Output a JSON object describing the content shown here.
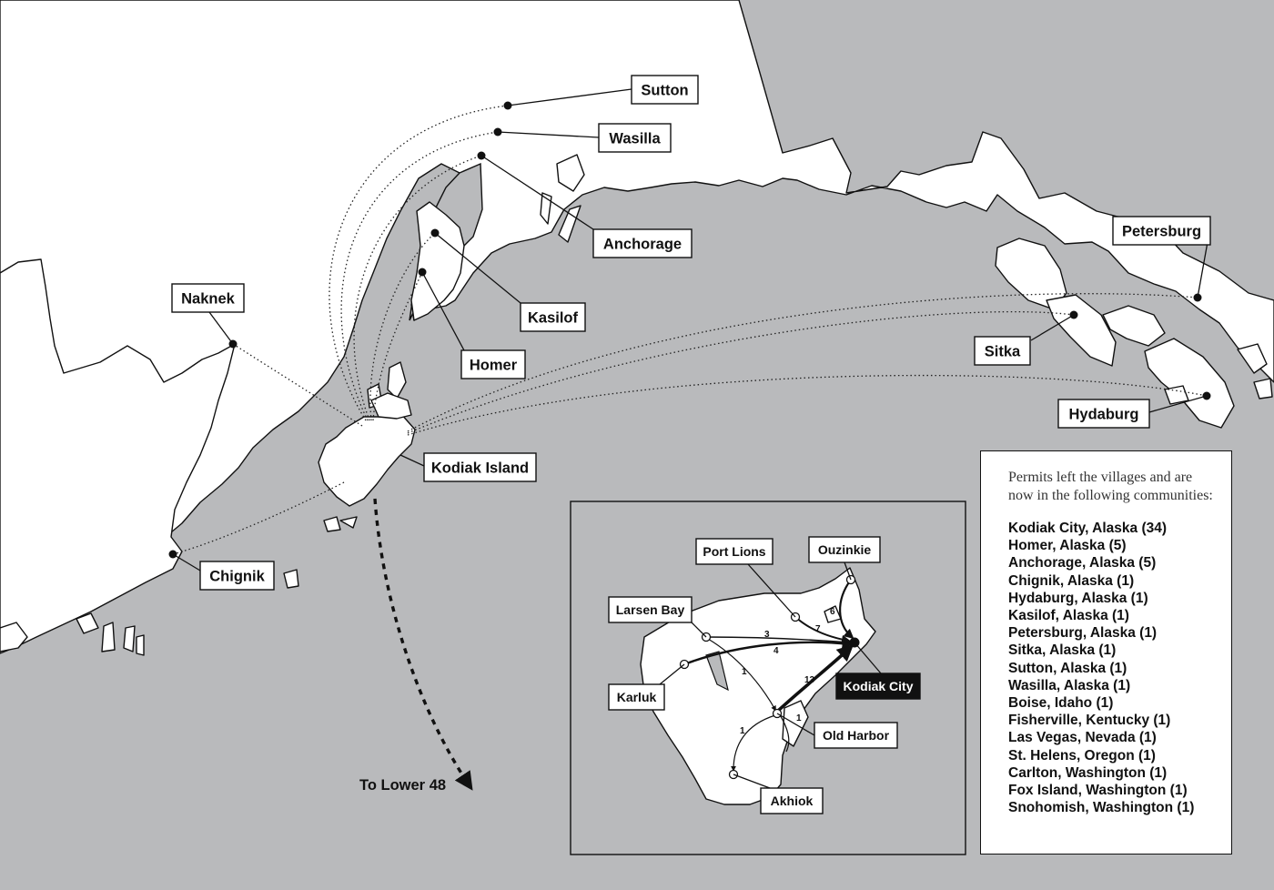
{
  "map_labels": {
    "sutton": "Sutton",
    "wasilla": "Wasilla",
    "anchorage": "Anchorage",
    "kasilof": "Kasilof",
    "homer": "Homer",
    "naknek": "Naknek",
    "kodiak_island": "Kodiak Island",
    "chignik": "Chignik",
    "petersburg": "Petersburg",
    "sitka": "Sitka",
    "hydaburg": "Hydaburg",
    "lower48": "To Lower 48"
  },
  "inset": {
    "labels": {
      "port_lions": "Port Lions",
      "ouzinkie": "Ouzinkie",
      "larsen_bay": "Larsen Bay",
      "karluk": "Karluk",
      "kodiak_city": "Kodiak City",
      "old_harbor": "Old Harbor",
      "akhiok": "Akhiok"
    },
    "flows": {
      "larsen_to_kodiak": "3",
      "karluk_to_kodiak": "4",
      "larsen_to_oldharbor": "1",
      "port_lions_to_kodiak": "7",
      "ouzinkie_to_kodiak": "6",
      "oldharbor_to_kodiak": "13",
      "oldharbor_to_akhiok": "1",
      "oldharbor_self": "1"
    }
  },
  "legend": {
    "intro": "Permits left the villages and are now in the following communities:",
    "items": [
      "Kodiak City, Alaska (34)",
      "Homer, Alaska (5)",
      "Anchorage, Alaska (5)",
      "Chignik, Alaska (1)",
      "Hydaburg, Alaska (1)",
      "Kasilof, Alaska (1)",
      "Petersburg, Alaska (1)",
      "Sitka, Alaska (1)",
      "Sutton, Alaska (1)",
      "Wasilla, Alaska (1)",
      "Boise, Idaho (1)",
      "Fisherville, Kentucky (1)",
      "Las Vegas, Nevada (1)",
      "St. Helens, Oregon (1)",
      "Carlton, Washington (1)",
      "Fox Island, Washington (1)",
      "Snohomish, Washington (1)"
    ]
  }
}
